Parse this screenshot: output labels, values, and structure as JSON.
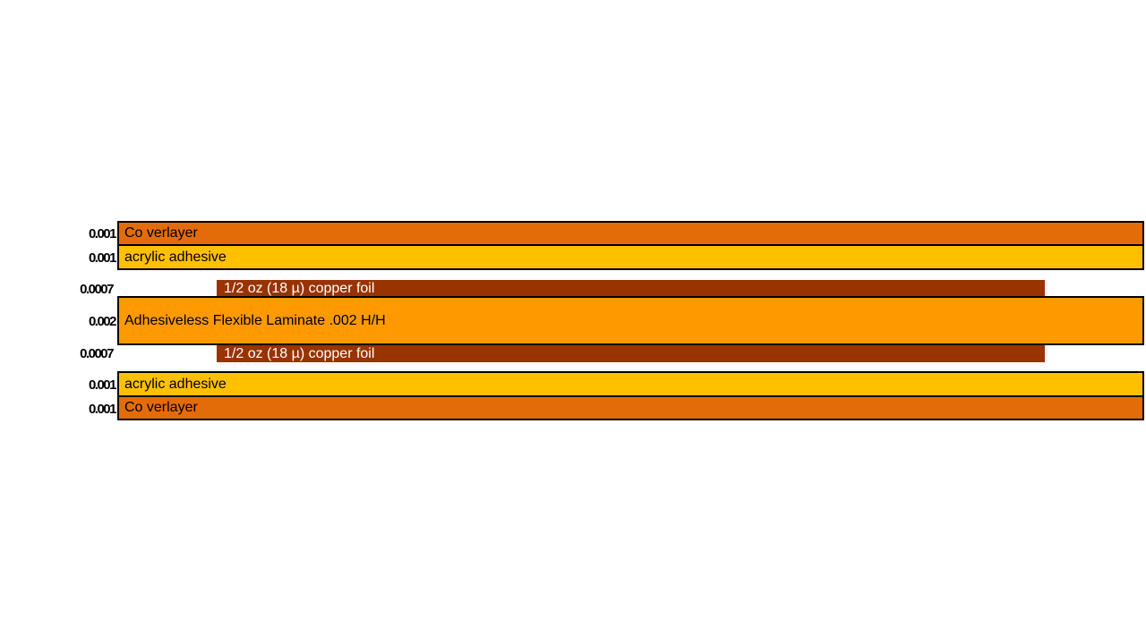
{
  "colors": {
    "coverlayer": "#E36C09",
    "adhesive": "#FFC000",
    "copper": "#993300",
    "laminate": "#FF9900"
  },
  "layers": [
    {
      "thickness": "0.001",
      "label": "Co verlayer"
    },
    {
      "thickness": "0.001",
      "label": "acrylic adhesive"
    },
    {
      "thickness": "0.0007",
      "label": "1/2 oz (18 µ) copper foil"
    },
    {
      "thickness": "0.002",
      "label": "Adhesiveless Flexible Laminate .002 H/H"
    },
    {
      "thickness": "0.0007",
      "label": "1/2 oz (18 µ) copper foil"
    },
    {
      "thickness": "0.001",
      "label": "acrylic adhesive"
    },
    {
      "thickness": "0.001",
      "label": "Co verlayer"
    }
  ]
}
